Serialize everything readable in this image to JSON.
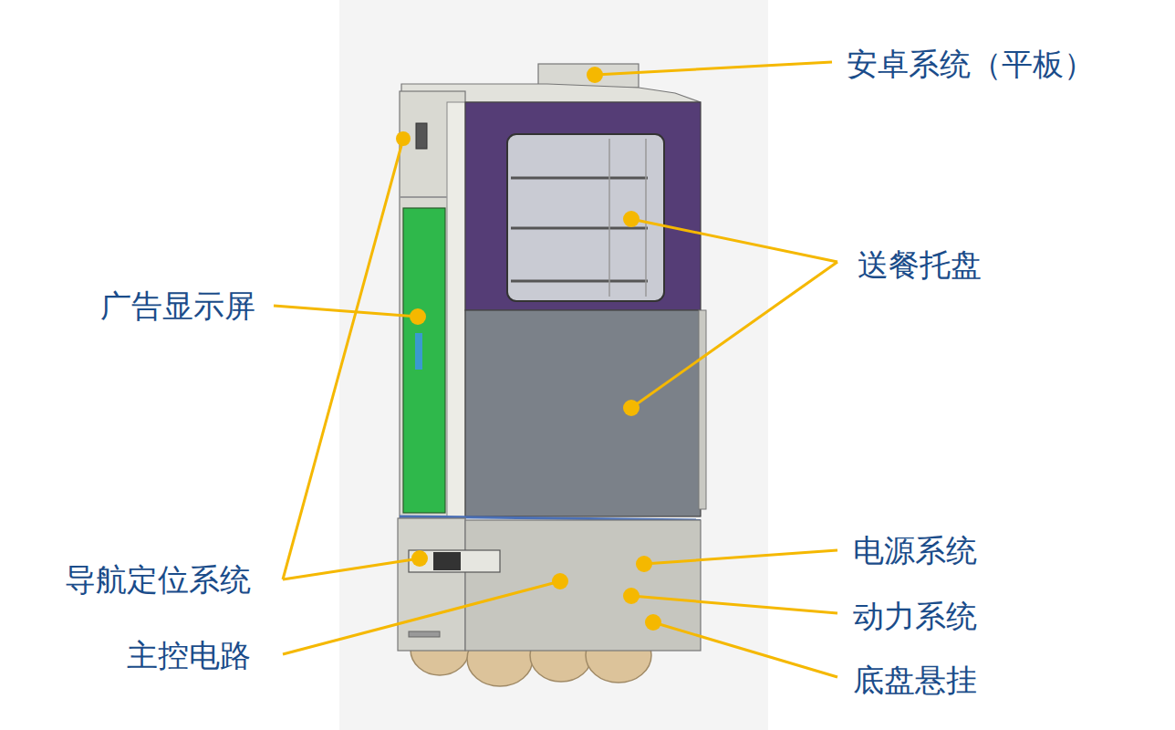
{
  "diagram": {
    "labels": [
      "安卓系统（平板）",
      "送餐托盘",
      "广告显示屏",
      "导航定位系统",
      "电源系统",
      "主控电路",
      "动力系统",
      "底盘悬挂"
    ]
  }
}
